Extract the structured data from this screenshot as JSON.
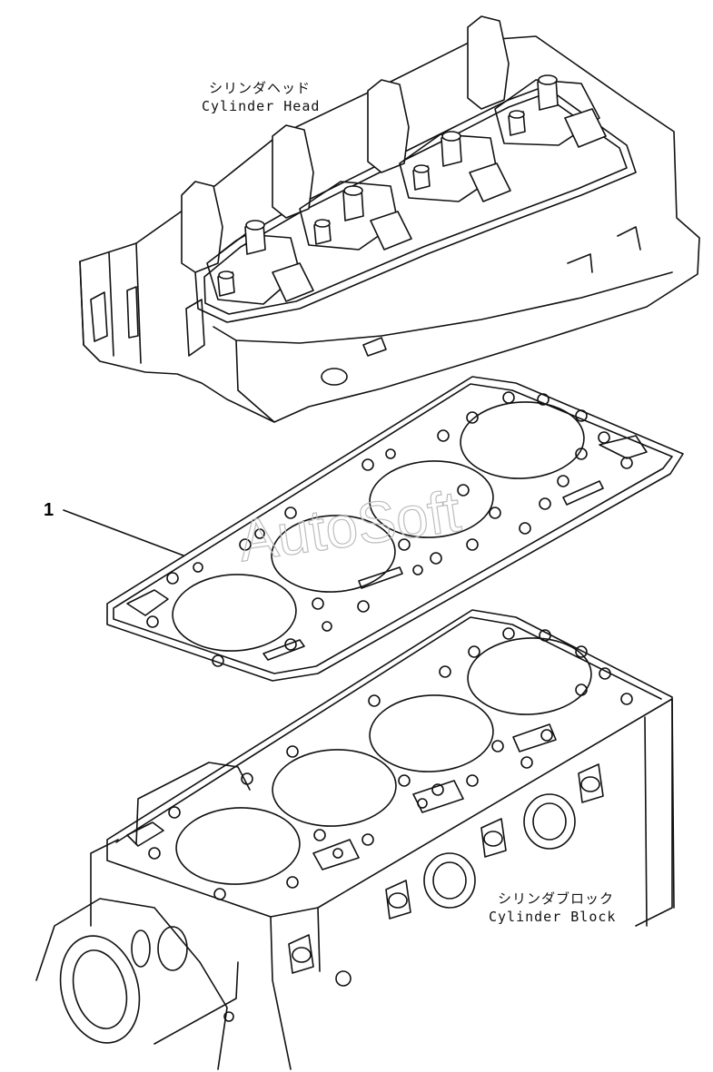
{
  "labels": {
    "head_jp": "シリンダヘッド",
    "head_en": "Cylinder Head",
    "block_jp": "シリンダブロック",
    "block_en": "Cylinder Block",
    "callout_1": "1"
  },
  "watermark": "AutoSoft",
  "colors": {
    "line": "#111111",
    "background": "#ffffff",
    "watermark": "#bdbdbd"
  }
}
